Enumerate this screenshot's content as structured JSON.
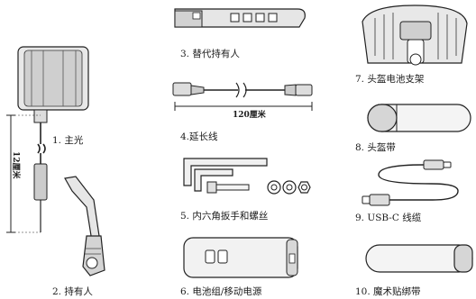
{
  "parts": [
    {
      "id": 1,
      "label": "1. 主光"
    },
    {
      "id": 2,
      "label": "2. 持有人"
    },
    {
      "id": 3,
      "label": "3. 替代持有人"
    },
    {
      "id": 4,
      "label": "4.延长线"
    },
    {
      "id": 5,
      "label": "5. 内六角扳手和螺丝"
    },
    {
      "id": 6,
      "label": "6. 电池组/移动电源"
    },
    {
      "id": 7,
      "label": "7. 头盔电池支架"
    },
    {
      "id": 8,
      "label": "8. 头盔带"
    },
    {
      "id": 9,
      "label": "9. USB-C 线缆"
    },
    {
      "id": 10,
      "label": "10. 魔术贴绑带"
    }
  ],
  "dimensions": {
    "main_light_cable": "12厘米",
    "extension_cable": "120厘米"
  },
  "colors": {
    "line": "#222222",
    "shade": "#555555",
    "fill_light": "#f2f2f2",
    "fill_mid": "#d8d8d8"
  }
}
